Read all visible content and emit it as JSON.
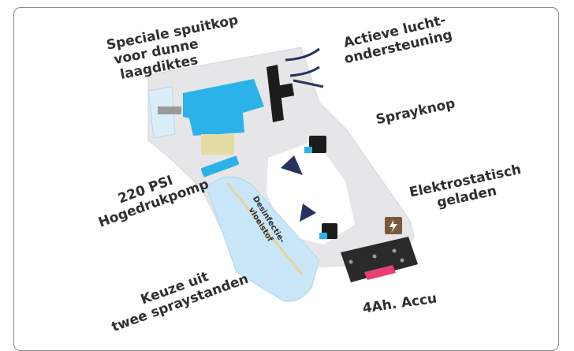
{
  "labels": {
    "nozzle": [
      "Speciale spuitkop",
      "voor dunne",
      "laagdiktes"
    ],
    "air": [
      "Actieve lucht-",
      "ondersteuning"
    ],
    "spray_button": [
      "Sprayknop"
    ],
    "electrostatic": [
      "Elektrostatisch",
      "geladen"
    ],
    "pump": [
      "220 PSI",
      "Hogedrukpomp"
    ],
    "tank": [
      "Desinfectie-",
      "vloeistof"
    ],
    "modes": [
      "Keuze uit",
      "twee spraystanden"
    ],
    "battery": [
      "4Ah. Accu"
    ]
  },
  "colors": {
    "body": "#e6e6e8",
    "motor": "#2bb2e8",
    "tank": "#c8e6f7",
    "arrow": "#27335e",
    "battery": "#2a2a2a",
    "battery_accent": "#e83f73",
    "pump": "#e4dca3",
    "text": "#2f2f2f"
  }
}
